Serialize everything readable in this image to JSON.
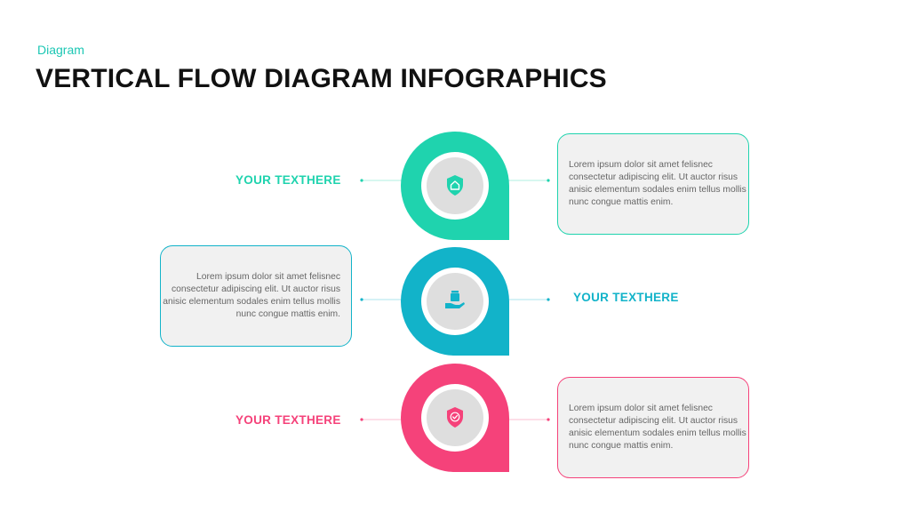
{
  "header": {
    "category": "Diagram",
    "title": "VERTICAL FLOW DIAGRAM INFOGRAPHICS"
  },
  "steps": [
    {
      "label": "YOUR TEXTHERE",
      "text": "Lorem ipsum  dolor sit amet felisnec consectetur adipiscing elit. Ut auctor risus anisic elementum sodales enim tellus mollis nunc congue mattis enim.",
      "color": "#1fd3ae",
      "icon": "home-shield-icon"
    },
    {
      "label": "YOUR TEXTHERE",
      "text": "Lorem ipsum  dolor sit amet felisnec consectetur adipiscing elit. Ut auctor risus anisic elementum sodales enim tellus mollis nunc congue mattis enim.",
      "color": "#12b3c9",
      "icon": "hand-holding-box-icon"
    },
    {
      "label": "YOUR TEXTHERE",
      "text": "Lorem ipsum  dolor sit amet felisnec consectetur adipiscing elit. Ut auctor risus anisic elementum sodales enim tellus mollis nunc congue mattis enim.",
      "color": "#f5427a",
      "icon": "shield-check-icon"
    }
  ]
}
